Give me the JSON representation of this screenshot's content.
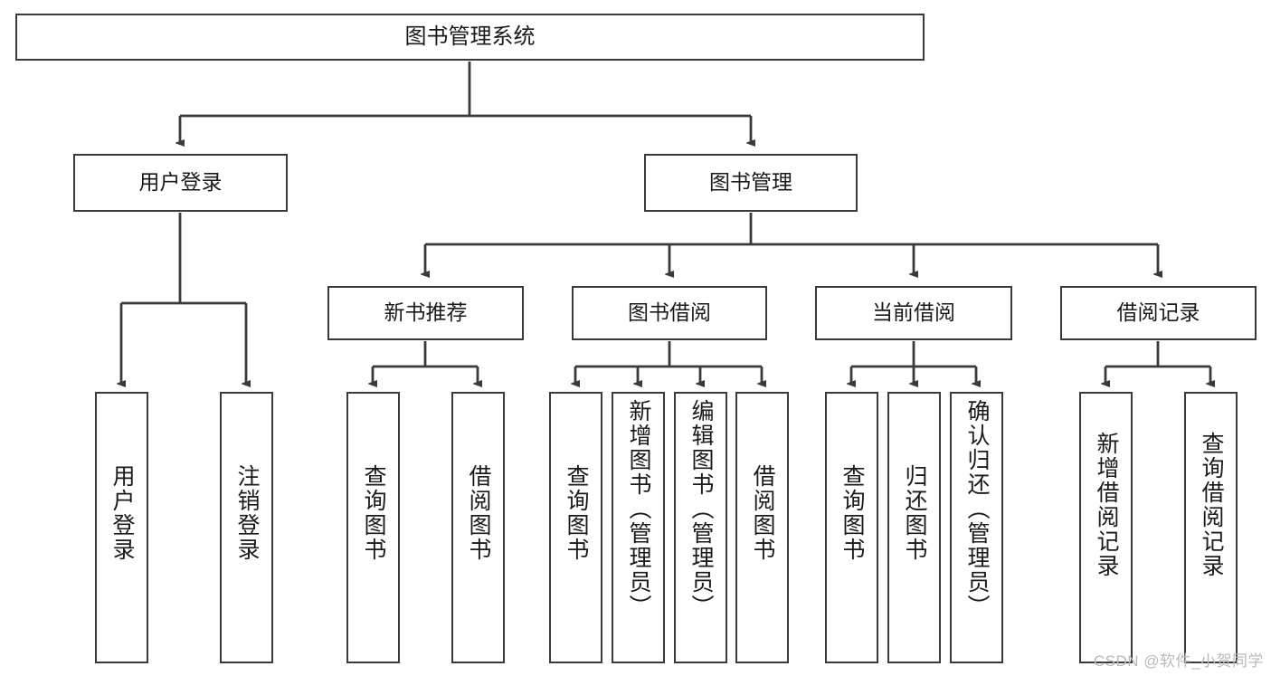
{
  "diagram": {
    "title": "图书管理系统",
    "type": "tree-hierarchy-diagram",
    "root": {
      "label": "图书管理系统"
    },
    "level2": [
      {
        "label": "用户登录"
      },
      {
        "label": "图书管理"
      }
    ],
    "level3": [
      {
        "label": "新书推荐"
      },
      {
        "label": "图书借阅"
      },
      {
        "label": "当前借阅"
      },
      {
        "label": "借阅记录"
      }
    ],
    "leaves": {
      "user_login": [
        {
          "label": "用户登录"
        },
        {
          "label": "注销登录"
        }
      ],
      "new_book_recommend": [
        {
          "label": "查询图书"
        },
        {
          "label": "借阅图书"
        }
      ],
      "book_borrow": [
        {
          "label": "查询图书"
        },
        {
          "label": "新增图书（管理员）"
        },
        {
          "label": "编辑图书（管理员）"
        },
        {
          "label": "借阅图书"
        }
      ],
      "current_borrow": [
        {
          "label": "查询图书"
        },
        {
          "label": "归还图书"
        },
        {
          "label": "确认归还（管理员）"
        }
      ],
      "borrow_record": [
        {
          "label": "新增借阅记录"
        },
        {
          "label": "查询借阅记录"
        }
      ]
    }
  },
  "watermark": {
    "text": "CSDN @软件_小贺同学"
  },
  "colors": {
    "background": "#ffffff",
    "node_border": "#3a3a3a",
    "node_fill": "#ffffff",
    "edge": "#3a3a3a",
    "text": "#1a1a1a",
    "watermark": "#b9b9b9"
  }
}
